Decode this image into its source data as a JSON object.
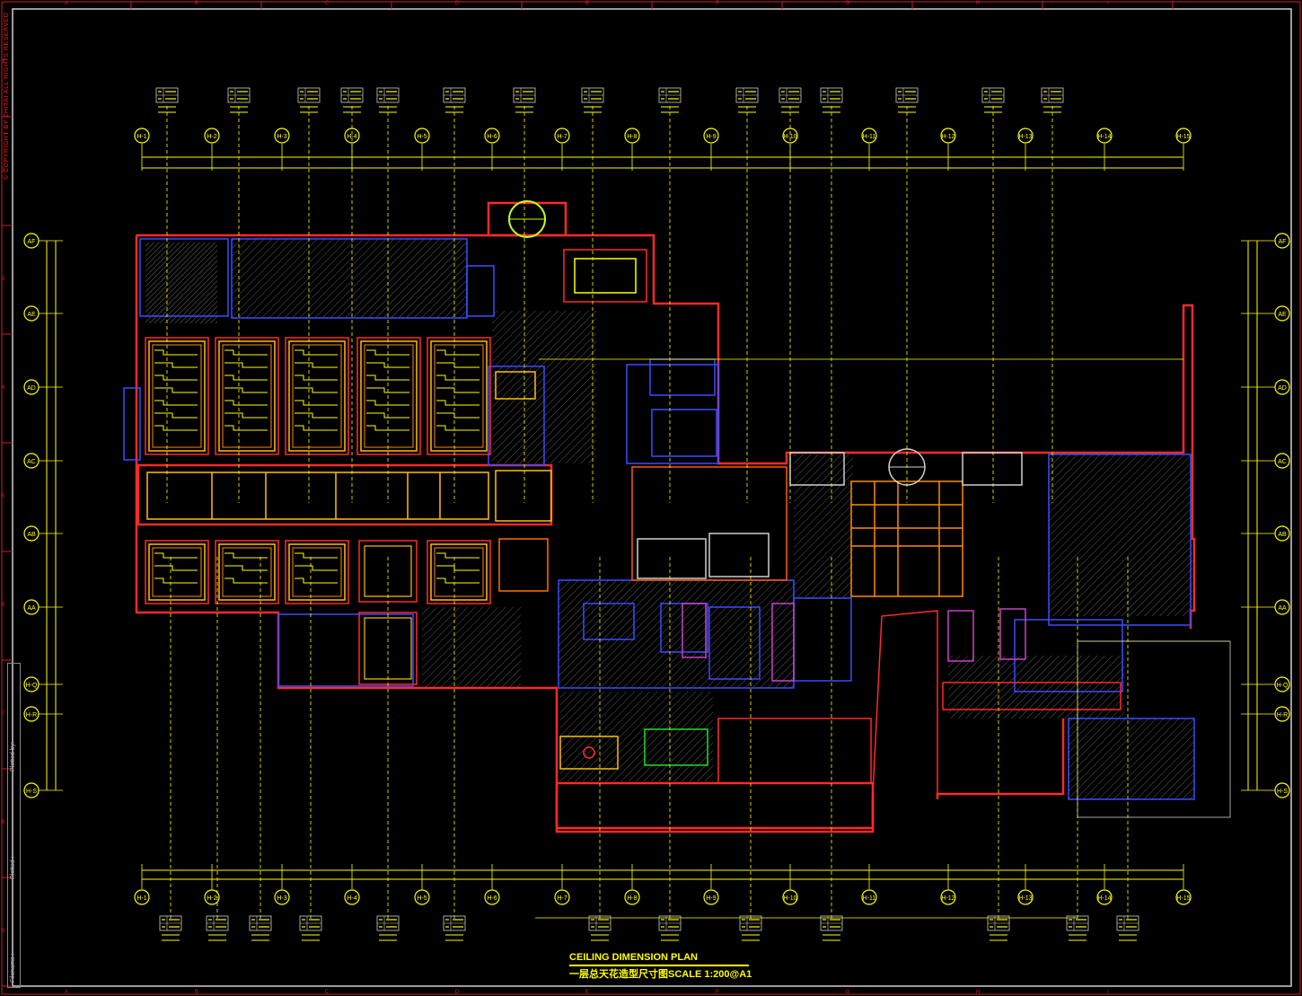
{
  "drawing": {
    "title_en": "CEILING DIMENSION PLAN",
    "title_cn": "一层总天花造型尺寸图SCALE 1:200@A1",
    "copyright": "© COPYRIGHT BY ZHITAI ALL RIGHTS RESERVED",
    "plotted_by": "Plotted by:",
    "plotted": "Plotted :",
    "filename": "Filename :"
  },
  "grid": {
    "columns": [
      "H-1",
      "H-2",
      "H-3",
      "H-4",
      "H-5",
      "H-6",
      "H-7",
      "H-8",
      "H-9",
      "H-10",
      "H-11",
      "H-12",
      "H-13",
      "H-14",
      "H-15"
    ],
    "rows": [
      "AF",
      "AE",
      "AD",
      "AC",
      "AB",
      "AA",
      "H-Q",
      "H-R",
      "H-S"
    ]
  },
  "frame": {
    "top_letters": [
      "A",
      "B",
      "C",
      "D",
      "E",
      "F",
      "G",
      "H",
      "I"
    ],
    "left_numbers": [
      "1",
      "2",
      "3",
      "4",
      "5",
      "6",
      "7",
      "8",
      "9"
    ]
  },
  "colors": {
    "background": "#000000",
    "wall": "#ff2a2a",
    "partition": "#3a4dff",
    "ceiling": "#ffc000",
    "grid": "#ffff00",
    "hatch": "#6a6a6a",
    "accent_magenta": "#d030d0",
    "accent_green": "#20e020"
  }
}
